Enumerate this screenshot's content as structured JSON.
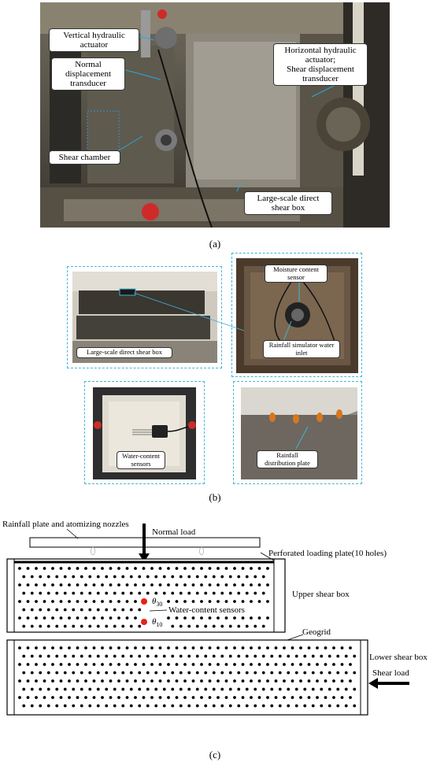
{
  "panel_a": {
    "caption": "(a)",
    "labels": {
      "vertical_actuator": [
        "Vertical hydraulic",
        "actuator"
      ],
      "normal_transducer": [
        "Normal",
        "displacement",
        "transducer"
      ],
      "horizontal_actuator": [
        "Horizontal hydraulic",
        "actuator;",
        "Shear displacement",
        "transducer"
      ],
      "shear_chamber": "Shear chamber",
      "large_box": [
        "Large-scale direct",
        "shear box"
      ]
    }
  },
  "panel_b": {
    "caption": "(b)",
    "labels": {
      "large_box": "Large-scale direct shear box",
      "moisture_sensor": [
        "Moisture content",
        "sensor"
      ],
      "rainfall_inlet": [
        "Rainfall simulator water",
        "inlet"
      ],
      "water_content": [
        "Water-content",
        "sensors"
      ],
      "distribution_plate": [
        "Rainfall",
        "distribution plate"
      ]
    }
  },
  "panel_c": {
    "caption": "(c)",
    "labels": {
      "rainfall_plate": "Rainfall plate and atomizing nozzles",
      "normal_load": "Normal load",
      "perforated_plate": "Perforated loading plate(10 holes)",
      "upper_box": "Upper shear box",
      "water_content_sensors": "Water-content sensors",
      "theta_30": "θ",
      "theta_30_sub": "30",
      "theta_10": "θ",
      "theta_10_sub": "10",
      "geogrid": "Geogrid",
      "lower_box": "Lower shear box",
      "shear_load": "Shear load"
    },
    "colors": {
      "sensor": "#e8201b"
    }
  }
}
